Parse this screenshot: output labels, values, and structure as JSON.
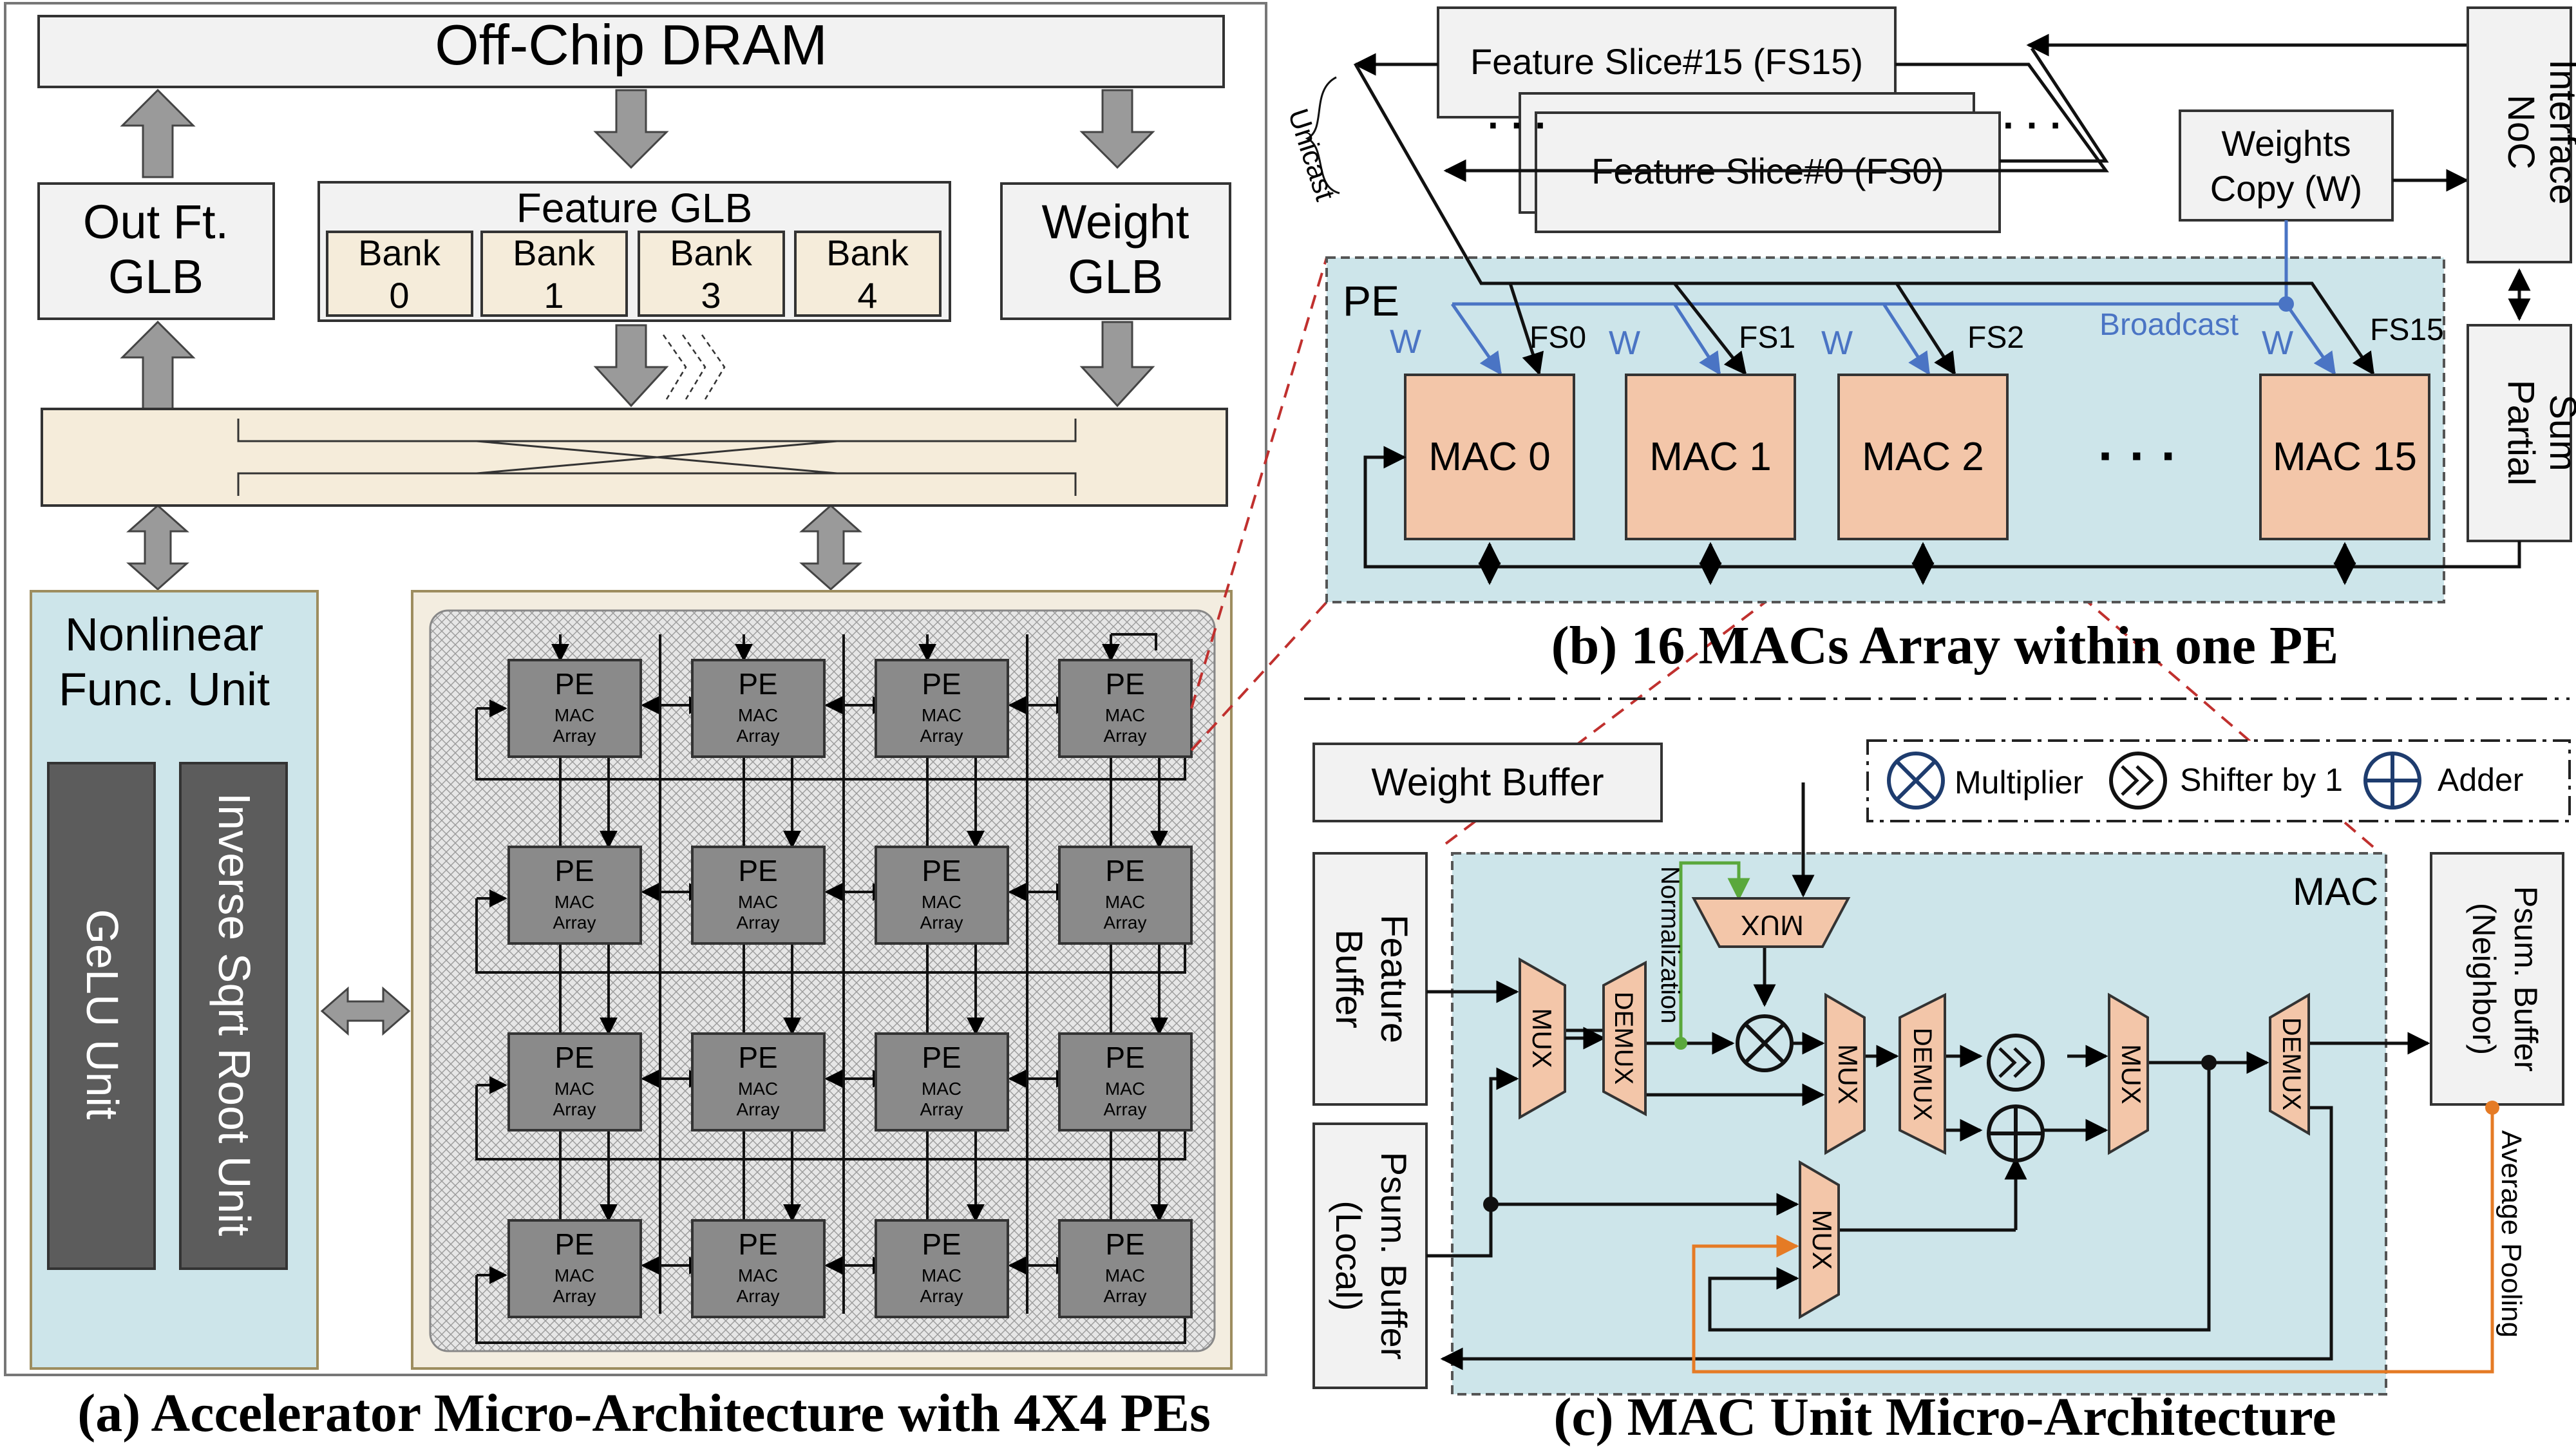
{
  "panel_a": {
    "caption": "(a) Accelerator Micro-Architecture with 4X4 PEs",
    "dram": "Off-Chip DRAM",
    "out_glb": [
      "Out Ft.",
      "GLB"
    ],
    "feature_glb": "Feature GLB",
    "bank_label": "Bank",
    "banks": [
      "0",
      "1",
      "3",
      "4"
    ],
    "weight_glb": [
      "Weight",
      "GLB"
    ],
    "nonlinear": [
      "Nonlinear",
      "Func. Unit"
    ],
    "gelu": "GeLU Unit",
    "invsqrt": "Inverse Sqrt Root Unit",
    "pe_title": "PE",
    "pe_sub": [
      "MAC",
      "Array"
    ]
  },
  "panel_b": {
    "caption": "(b) 16 MACs Array within one PE",
    "fs15": "Feature Slice#15 (FS15)",
    "fs0": "Feature Slice#0 (FS0)",
    "unicast": "Unicast",
    "weights_copy": [
      "Weights",
      "Copy (W)"
    ],
    "noc": [
      "NoC",
      "Interface"
    ],
    "partial_sum": [
      "Partial",
      "Sum"
    ],
    "pe": "PE",
    "broadcast": "Broadcast",
    "w": "W",
    "fs_labels": [
      "FS0",
      "FS1",
      "FS2",
      "FS15"
    ],
    "macs": [
      "MAC 0",
      "MAC 1",
      "MAC 2",
      "MAC 15"
    ],
    "dots": "· · ·"
  },
  "panel_c": {
    "caption": "(c) MAC Unit Micro-Architecture",
    "weight_buffer": "Weight Buffer",
    "legend": [
      "Multiplier",
      "Shifter by 1",
      "Adder"
    ],
    "mac": "MAC",
    "feature_buffer": [
      "Feature",
      "Buffer"
    ],
    "psum_local": [
      "Psum. Buffer",
      "(Local)"
    ],
    "psum_neighbor": [
      "Psum. Buffer",
      "(Neighbor)"
    ],
    "normalization": "Normalization",
    "average_pooling": "Average Pooling",
    "mux": "MUX",
    "demux": "DEMUX"
  },
  "colors": {
    "bank_fill": "#f5ecda",
    "nonlinear_fill": "#cde5ea",
    "unit_fill": "#5c5c5c",
    "pe_fill": "#8a8a8a",
    "mac_fill": "#f3c6a9",
    "pe_region": "#cde5ea",
    "broadcast": "#4a74c4",
    "normalization": "#5aa83c",
    "pooling": "#e57b25",
    "dashed_red": "#c0302e"
  }
}
